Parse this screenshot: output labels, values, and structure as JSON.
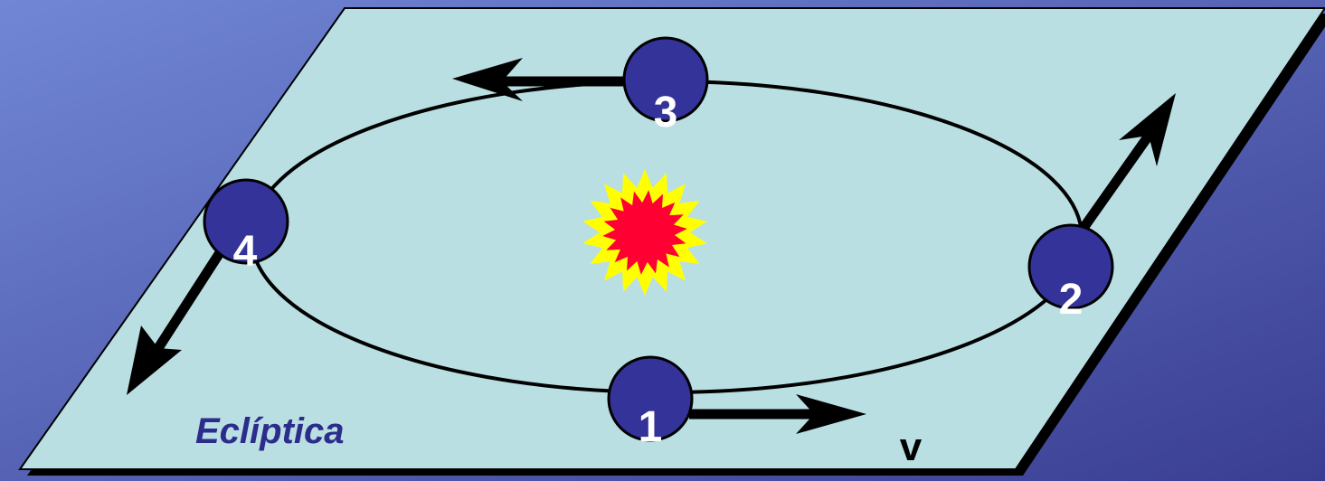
{
  "plane_label": "Eclíptica",
  "velocity_label": "v",
  "planets": [
    {
      "number": "1"
    },
    {
      "number": "2"
    },
    {
      "number": "3"
    },
    {
      "number": "4"
    }
  ],
  "colors": {
    "background_top": "#7187d6",
    "background_bottom": "#3a3e92",
    "plane_fill": "#b9dfe2",
    "planet_fill": "#333399",
    "sun_outer": "#ffff00",
    "sun_inner": "#ff0033",
    "label_blue": "#2c2c8c",
    "text_white": "#ffffff",
    "stroke": "#000000"
  }
}
